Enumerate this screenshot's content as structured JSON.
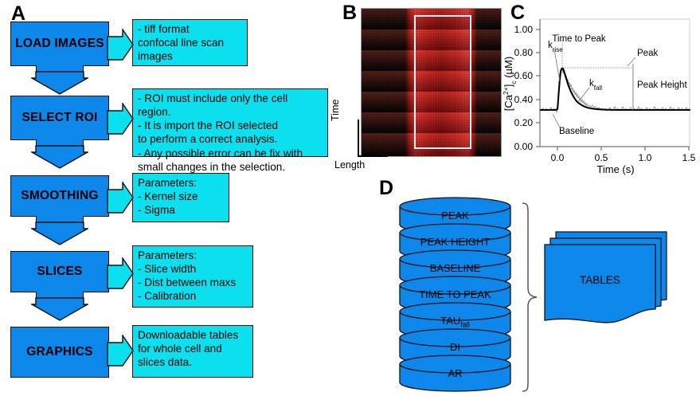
{
  "figure": {
    "panels": [
      {
        "id": "A",
        "letter": "A"
      },
      {
        "id": "B",
        "letter": "B"
      },
      {
        "id": "C",
        "letter": "C"
      },
      {
        "id": "D",
        "letter": "D"
      }
    ]
  },
  "colors": {
    "box_blue": "#0d87ea",
    "note_cyan": "#0ce0ee",
    "outline": "#111111",
    "roi_white": "#f2f2f2",
    "image_red": "#e81414",
    "background": "#ffffff"
  },
  "panelA": {
    "letter": "A",
    "steps": [
      {
        "label": "LOAD IMAGES",
        "note": "- tiff format\nconfocal line scan\nimages"
      },
      {
        "label": "SELECT ROI",
        "note": "- ROI must include only the cell region.\n- It is import the ROI selected\n to perform a correct analysis.\n- Any possible error can be fix with\nsmall changes in the selection."
      },
      {
        "label": "SMOOTHING",
        "note": "Parameters:\n- Kernel size\n- Sigma"
      },
      {
        "label": "SLICES",
        "note": "Parameters:\n- Slice width\n- Dist between maxs\n- Calibration"
      },
      {
        "label": "GRAPHICS",
        "note": "Downloadable tables\nfor whole cell and\nslices data."
      }
    ]
  },
  "panelB": {
    "letter": "B",
    "y_axis_label": "Time",
    "x_axis_label": "Length",
    "description": "confocal line scan image with ROI selection rectangle",
    "band_count": 7
  },
  "chart_data": {
    "type": "line",
    "title": "",
    "xlabel": "Time (s)",
    "ylabel": "[Ca2+]c (µM)",
    "ylabel_parts": {
      "prefix": "[Ca",
      "sup": "2+",
      "sub": "c",
      "suffix": " (µM)"
    },
    "xlim": [
      -0.22,
      1.55
    ],
    "ylim": [
      0.0,
      1.08
    ],
    "xticks": [
      "0.0",
      "0.5",
      "1.0",
      "1.5"
    ],
    "xtick_values": [
      0.0,
      0.5,
      1.0,
      1.5
    ],
    "yticks": [
      "0.00",
      "0.20",
      "0.40",
      "0.60",
      "0.80",
      "1.00"
    ],
    "ytick_values": [
      0.0,
      0.2,
      0.4,
      0.6,
      0.8,
      1.0
    ],
    "grid": false,
    "legend": "none",
    "series": [
      {
        "name": "raw trace",
        "style": "noisy-gray"
      },
      {
        "name": "fitted transient",
        "style": "smooth-black-bold"
      }
    ],
    "key_values": {
      "baseline": 0.32,
      "peak": 0.68,
      "peak_height": 0.36,
      "time_to_peak": 0.05,
      "peak_time_s": 0.05
    },
    "annotations": [
      {
        "text": "k",
        "sub": "rise",
        "id": "k-rise"
      },
      {
        "text": "Time to Peak",
        "id": "time-to-peak"
      },
      {
        "text": "Peak",
        "id": "peak"
      },
      {
        "text": "k",
        "sub": "fall",
        "id": "k-fall"
      },
      {
        "text": "Peak Height",
        "id": "peak-height"
      },
      {
        "text": "Baseline",
        "id": "baseline"
      }
    ]
  },
  "panelC": {
    "letter": "C"
  },
  "panelD": {
    "letter": "D",
    "cylinders": [
      {
        "label": "PEAK"
      },
      {
        "label": "PEAK HEIGHT"
      },
      {
        "label": "BASELINE"
      },
      {
        "label": "TIME TO PEAK"
      },
      {
        "label": "TAU",
        "sub": "fall"
      },
      {
        "label": "DI"
      },
      {
        "label": "AR"
      }
    ],
    "output": {
      "label": "TABLES",
      "sheets": 3
    }
  }
}
